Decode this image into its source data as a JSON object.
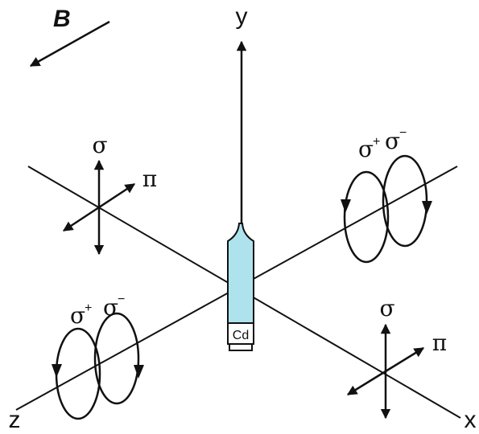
{
  "field": {
    "label": "B"
  },
  "axes": {
    "x_label": "x",
    "y_label": "y",
    "z_label": "z"
  },
  "sample": {
    "label": "Cd",
    "tube_color": "#aee3ee"
  },
  "polarization": {
    "sigma": "σ",
    "pi": "π",
    "sigma_plus": "σ",
    "sigma_plus_sup": "+",
    "sigma_minus": "σ",
    "sigma_minus_sup": "−"
  }
}
